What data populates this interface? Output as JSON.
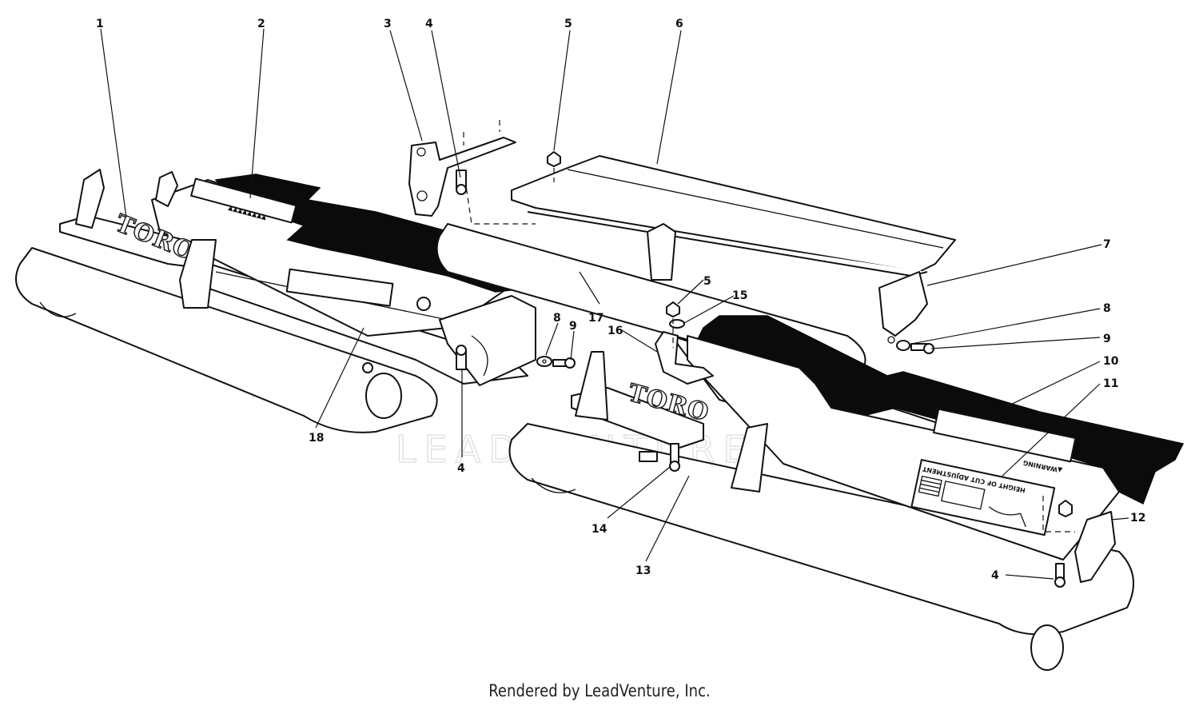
{
  "footer": "Rendered by LeadVenture, Inc.",
  "watermark": "LEADVENTURE",
  "decals": {
    "brand_left": "TORO",
    "brand_right": "TORO",
    "warning": "▲WARNING",
    "height_of_cut": "HEIGHT OF CUT ADJUSTMENT"
  },
  "callouts": [
    {
      "id": "c1",
      "label": "1"
    },
    {
      "id": "c2",
      "label": "2"
    },
    {
      "id": "c3",
      "label": "3"
    },
    {
      "id": "c4a",
      "label": "4"
    },
    {
      "id": "c5a",
      "label": "5"
    },
    {
      "id": "c6",
      "label": "6"
    },
    {
      "id": "c7",
      "label": "7"
    },
    {
      "id": "c5b",
      "label": "5"
    },
    {
      "id": "c15",
      "label": "15"
    },
    {
      "id": "c8a",
      "label": "8"
    },
    {
      "id": "c9a",
      "label": "9"
    },
    {
      "id": "c16",
      "label": "16"
    },
    {
      "id": "c8b",
      "label": "8"
    },
    {
      "id": "c9b",
      "label": "9"
    },
    {
      "id": "c10",
      "label": "10"
    },
    {
      "id": "c11",
      "label": "11"
    },
    {
      "id": "c17",
      "label": "17"
    },
    {
      "id": "c18",
      "label": "18"
    },
    {
      "id": "c4b",
      "label": "4"
    },
    {
      "id": "c12",
      "label": "12"
    },
    {
      "id": "c14",
      "label": "14"
    },
    {
      "id": "c13",
      "label": "13"
    },
    {
      "id": "c4c",
      "label": "4"
    }
  ]
}
